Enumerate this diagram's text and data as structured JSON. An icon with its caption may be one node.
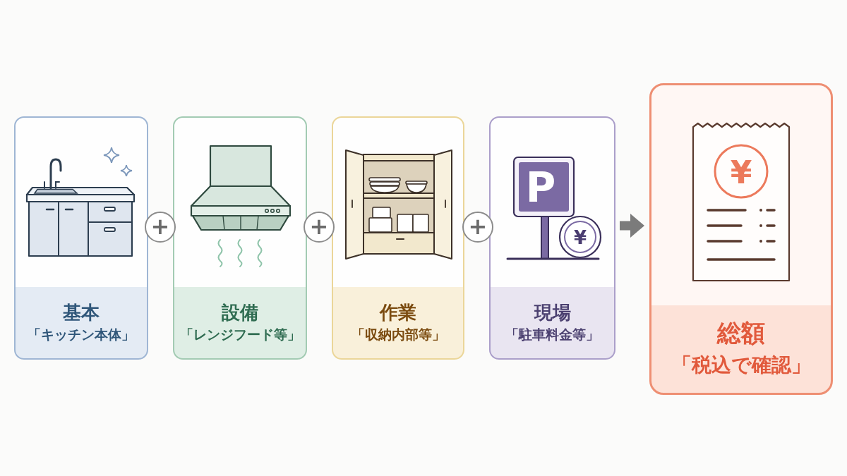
{
  "diagram": {
    "nodes": [
      {
        "text": [
          "基本",
          "「キッチン本体」"
        ]
      },
      {
        "text": [
          "+"
        ]
      },
      {
        "text": [
          "設備",
          "「レンジフード等」"
        ]
      },
      {
        "text": [
          "+"
        ]
      },
      {
        "text": [
          "作業",
          "「収納内部等」"
        ]
      },
      {
        "text": [
          "+"
        ]
      },
      {
        "text": [
          "現場",
          "「駐車料金等」"
        ]
      },
      {
        "text": [
          "総額",
          "「税込で確認」"
        ]
      }
    ],
    "edges": [
      {
        "from": 6,
        "to": 7,
        "arrow": "to"
      }
    ],
    "labels": [
      "P",
      "¥",
      "¥"
    ]
  }
}
